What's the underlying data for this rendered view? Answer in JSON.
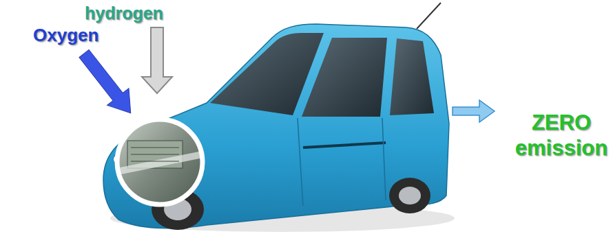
{
  "diagram": {
    "labels": [
      "hydrogen",
      "Oxygen",
      "ZERO emission"
    ]
  }
}
